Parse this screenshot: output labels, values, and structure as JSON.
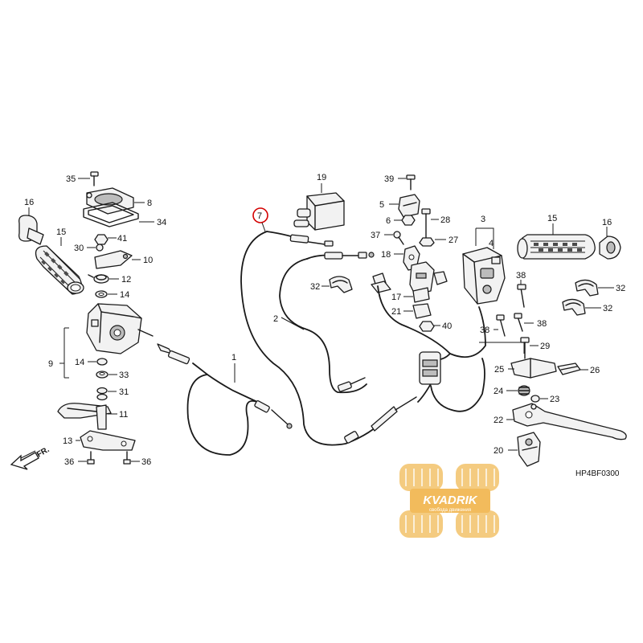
{
  "diagram": {
    "code": "HP4BF0300",
    "direction_label": "FR.",
    "highlight_color": "#d40000",
    "highlighted_part": "7",
    "parts": [
      "1",
      "2",
      "3",
      "4",
      "5",
      "6",
      "7",
      "8",
      "9",
      "10",
      "11",
      "12",
      "13",
      "14",
      "15",
      "16",
      "17",
      "18",
      "19",
      "20",
      "21",
      "22",
      "23",
      "24",
      "25",
      "26",
      "27",
      "28",
      "29",
      "30",
      "31",
      "32",
      "33",
      "34",
      "35",
      "36",
      "37",
      "38",
      "39",
      "40",
      "41"
    ]
  },
  "callouts": {
    "c1": "1",
    "c2": "2",
    "c3": "3",
    "c4": "4",
    "c5": "5",
    "c6": "6",
    "c7": "7",
    "c8": "8",
    "c9": "9",
    "c10": "10",
    "c11": "11",
    "c12": "12",
    "c13": "13",
    "c14": "14",
    "c15a": "15",
    "c15b": "15",
    "c16a": "16",
    "c16b": "16",
    "c17": "17",
    "c18": "18",
    "c19": "19",
    "c20": "20",
    "c21": "21",
    "c22": "22",
    "c23": "23",
    "c24": "24",
    "c25": "25",
    "c26": "26",
    "c27": "27",
    "c28": "28",
    "c29": "29",
    "c30": "30",
    "c31": "31",
    "c32a": "32",
    "c32b": "32",
    "c32c": "32",
    "c33": "33",
    "c34": "34",
    "c35": "35",
    "c36a": "36",
    "c36b": "36",
    "c37": "37",
    "c38a": "38",
    "c38b": "38",
    "c38c": "38",
    "c39": "39",
    "c40": "40",
    "c41": "41"
  },
  "watermark": {
    "brand": "KVADRIK",
    "tagline": "свобода движения",
    "color": "#f0b040"
  }
}
